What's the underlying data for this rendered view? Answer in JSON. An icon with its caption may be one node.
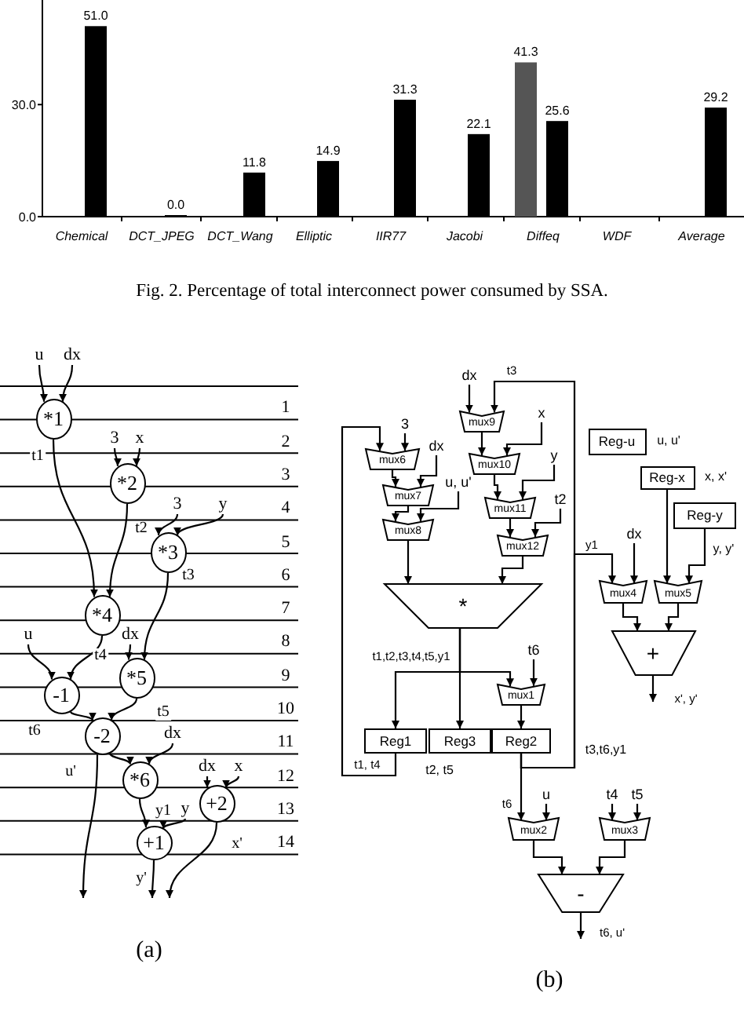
{
  "diagram": {
    "caption": "Fig. 2. Percentage of total interconnect power consumed by SSA.",
    "nodes": [
      {
        "text": [
          "u"
        ]
      },
      {
        "text": [
          "dx"
        ]
      },
      {
        "text": [
          "*1"
        ]
      },
      {
        "text": [
          "3"
        ]
      },
      {
        "text": [
          "x"
        ]
      },
      {
        "text": [
          "*2"
        ]
      },
      {
        "text": [
          "3"
        ]
      },
      {
        "text": [
          "y"
        ]
      },
      {
        "text": [
          "*3"
        ]
      },
      {
        "text": [
          "*4"
        ]
      },
      {
        "text": [
          "u"
        ]
      },
      {
        "text": [
          "dx"
        ]
      },
      {
        "text": [
          "*5"
        ]
      },
      {
        "text": [
          "-1"
        ]
      },
      {
        "text": [
          "-2"
        ]
      },
      {
        "text": [
          "dx"
        ]
      },
      {
        "text": [
          "*6"
        ]
      },
      {
        "text": [
          "dx"
        ]
      },
      {
        "text": [
          "x"
        ]
      },
      {
        "text": [
          "+2"
        ]
      },
      {
        "text": [
          "y"
        ]
      },
      {
        "text": [
          "+1"
        ]
      },
      {
        "text": [
          "dx"
        ]
      },
      {
        "text": [
          "mux9"
        ]
      },
      {
        "text": [
          "3"
        ]
      },
      {
        "text": [
          "mux6"
        ]
      },
      {
        "text": [
          "dx"
        ]
      },
      {
        "text": [
          "mux10"
        ]
      },
      {
        "text": [
          "x"
        ]
      },
      {
        "text": [
          "mux7"
        ]
      },
      {
        "text": [
          "u, u'"
        ]
      },
      {
        "text": [
          "mux11"
        ]
      },
      {
        "text": [
          "y"
        ]
      },
      {
        "text": [
          "mux8"
        ]
      },
      {
        "text": [
          "mux12"
        ]
      },
      {
        "text": [
          "t2"
        ]
      },
      {
        "text": [
          "Reg-u"
        ],
        "beside": [
          "u, u'"
        ]
      },
      {
        "text": [
          "Reg-x"
        ],
        "beside": [
          "x, x'"
        ]
      },
      {
        "text": [
          "Reg-y"
        ],
        "beside": [
          "y, y'"
        ]
      },
      {
        "text": [
          "dx"
        ]
      },
      {
        "text": [
          "mux4"
        ]
      },
      {
        "text": [
          "mux5"
        ]
      },
      {
        "text": [
          "*"
        ]
      },
      {
        "text": [
          "+"
        ]
      },
      {
        "text": [
          "t6"
        ]
      },
      {
        "text": [
          "mux1"
        ]
      },
      {
        "text": [
          "Reg1"
        ]
      },
      {
        "text": [
          "Reg3"
        ],
        "beside": [
          "t2, t5"
        ]
      },
      {
        "text": [
          "Reg2"
        ],
        "beside": [
          "t3,t6,y1"
        ]
      },
      {
        "text": [
          "u"
        ]
      },
      {
        "text": [
          "mux2"
        ]
      },
      {
        "text": [
          "t4"
        ]
      },
      {
        "text": [
          "t5"
        ]
      },
      {
        "text": [
          "mux3"
        ]
      },
      {
        "text": [
          "-"
        ]
      }
    ],
    "edges": [
      {
        "from": 0,
        "to": 2,
        "arrow": "to"
      },
      {
        "from": 1,
        "to": 2,
        "arrow": "to"
      },
      {
        "from": 2,
        "to": 9,
        "arrow": "to",
        "label": "t1"
      },
      {
        "from": 3,
        "to": 5,
        "arrow": "to"
      },
      {
        "from": 4,
        "to": 5,
        "arrow": "to"
      },
      {
        "from": 5,
        "to": 9,
        "arrow": "to",
        "label": "t2"
      },
      {
        "from": 6,
        "to": 8,
        "arrow": "to"
      },
      {
        "from": 7,
        "to": 8,
        "arrow": "to"
      },
      {
        "from": 8,
        "to": 12,
        "arrow": "to",
        "label": "t3"
      },
      {
        "from": 9,
        "to": 13,
        "arrow": "to",
        "label": "t4"
      },
      {
        "from": 10,
        "to": 13,
        "arrow": "to"
      },
      {
        "from": 11,
        "to": 12,
        "arrow": "to"
      },
      {
        "from": 13,
        "to": 14,
        "arrow": "to",
        "label": "t6"
      },
      {
        "from": 12,
        "to": 14,
        "arrow": "to",
        "label": "t5"
      },
      {
        "from": 14,
        "to": 16,
        "arrow": "to"
      },
      {
        "from": 15,
        "to": 16,
        "arrow": "to"
      },
      {
        "from": 17,
        "to": 19,
        "arrow": "to"
      },
      {
        "from": 18,
        "to": 19,
        "arrow": "to"
      },
      {
        "from": 16,
        "to": 21,
        "arrow": "to",
        "label": "y1"
      },
      {
        "from": 20,
        "to": 21,
        "arrow": "to"
      },
      {
        "from": 14,
        "to": null,
        "arrow": "to",
        "label": "u'"
      },
      {
        "from": 21,
        "to": null,
        "arrow": "to",
        "label": "y'"
      },
      {
        "from": 19,
        "to": null,
        "arrow": "to",
        "label": "x'"
      },
      {
        "from": 22,
        "to": 23,
        "arrow": "to"
      },
      {
        "from": 48,
        "to": 23,
        "arrow": "to",
        "label": "t3"
      },
      {
        "from": 23,
        "to": 27,
        "arrow": "to"
      },
      {
        "from": 28,
        "to": 27,
        "arrow": "to"
      },
      {
        "from": 27,
        "to": 31,
        "arrow": "to"
      },
      {
        "from": 32,
        "to": 31,
        "arrow": "to"
      },
      {
        "from": 31,
        "to": 34,
        "arrow": "to"
      },
      {
        "from": 35,
        "to": 34,
        "arrow": "to"
      },
      {
        "from": 24,
        "to": 25,
        "arrow": "to"
      },
      {
        "from": 46,
        "to": 25,
        "arrow": "to",
        "label": "t1, t4"
      },
      {
        "from": 25,
        "to": 29,
        "arrow": "to"
      },
      {
        "from": 26,
        "to": 29,
        "arrow": "to"
      },
      {
        "from": 29,
        "to": 33,
        "arrow": "to"
      },
      {
        "from": 30,
        "to": 33,
        "arrow": "to"
      },
      {
        "from": 33,
        "to": 42,
        "arrow": "to"
      },
      {
        "from": 34,
        "to": 42,
        "arrow": "to"
      },
      {
        "from": 42,
        "to": 46,
        "arrow": "to"
      },
      {
        "from": 42,
        "to": 47,
        "arrow": "to",
        "label": "t1,t2,t3,t4,t5,y1"
      },
      {
        "from": 42,
        "to": 45,
        "arrow": "to"
      },
      {
        "from": 44,
        "to": 45,
        "arrow": "to"
      },
      {
        "from": 45,
        "to": 48,
        "arrow": "to"
      },
      {
        "from": 48,
        "to": 40,
        "arrow": "to",
        "label": "y1"
      },
      {
        "from": 39,
        "to": 40,
        "arrow": "to"
      },
      {
        "from": 37,
        "to": 41,
        "arrow": "to"
      },
      {
        "from": 38,
        "to": 41,
        "arrow": "to"
      },
      {
        "from": 40,
        "to": 43,
        "arrow": "to"
      },
      {
        "from": 41,
        "to": 43,
        "arrow": "to"
      },
      {
        "from": 43,
        "to": null,
        "arrow": "to",
        "label": "x', y'"
      },
      {
        "from": 48,
        "to": 50,
        "arrow": "to",
        "label": "t6"
      },
      {
        "from": 49,
        "to": 50,
        "arrow": "to"
      },
      {
        "from": 51,
        "to": 53,
        "arrow": "to"
      },
      {
        "from": 52,
        "to": 53,
        "arrow": "to"
      },
      {
        "from": 50,
        "to": 54,
        "arrow": "to"
      },
      {
        "from": 53,
        "to": 54,
        "arrow": "to"
      },
      {
        "from": 54,
        "to": null,
        "arrow": "to",
        "label": "t6, u'"
      }
    ],
    "labels": [
      "1",
      "2",
      "3",
      "4",
      "5",
      "6",
      "7",
      "8",
      "9",
      "10",
      "11",
      "12",
      "13",
      "14",
      "(a)",
      "(b)"
    ],
    "chart_data": {
      "type": "bar",
      "categories": [
        "Chemical",
        "DCT_JPEG",
        "DCT_Wang",
        "Elliptic",
        "IIR77",
        "Jacobi",
        "Diffeq",
        "WDF",
        "Average"
      ],
      "series": [
        {
          "color": "#555555",
          "values": [
            null,
            null,
            null,
            null,
            null,
            null,
            41.3,
            null,
            null
          ]
        },
        {
          "color": "#000000",
          "values": [
            51.0,
            0.0,
            11.8,
            14.9,
            31.3,
            22.1,
            25.6,
            null,
            29.2
          ]
        }
      ],
      "ylim": [
        0,
        58
      ],
      "yticks": [
        {
          "value": 0,
          "label": "0.0"
        },
        {
          "value": 30,
          "label": "30.0"
        }
      ],
      "value_labels": [
        [
          null,
          null,
          null,
          null,
          null,
          null,
          "41.3",
          null,
          null
        ],
        [
          "51.0",
          "0.0",
          "11.8",
          "14.9",
          "31.3",
          "22.1",
          "25.6",
          null,
          "29.2"
        ]
      ]
    }
  }
}
